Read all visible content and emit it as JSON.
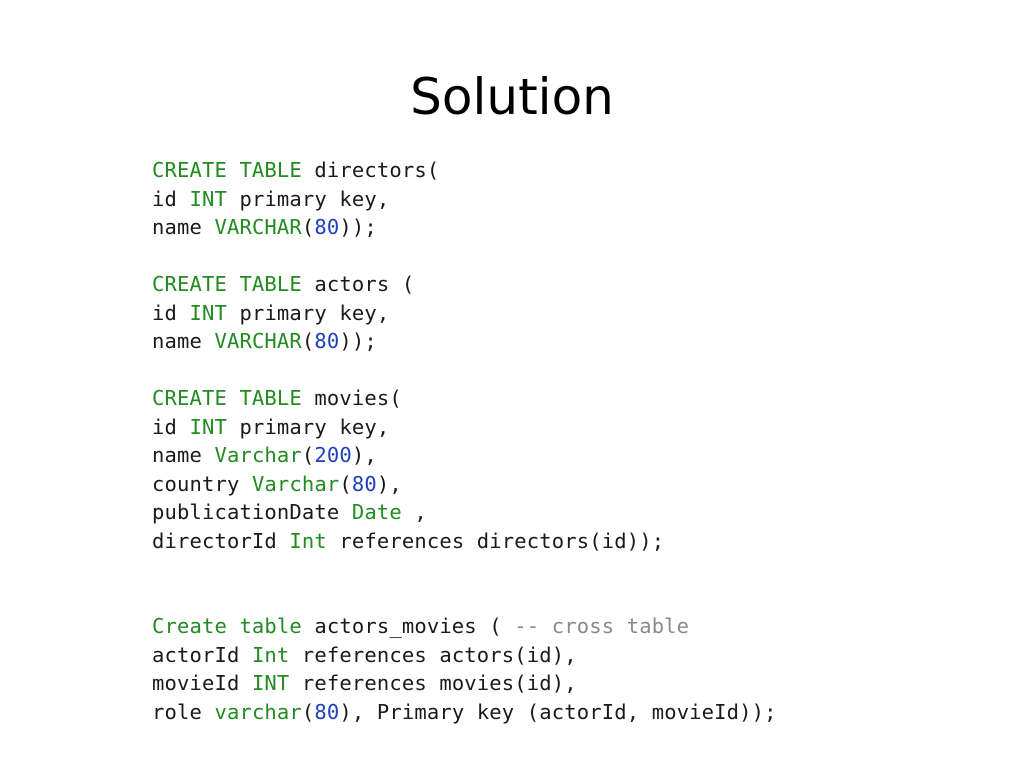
{
  "slide": {
    "title": "Solution"
  },
  "colors": {
    "keyword": "#228b22",
    "number": "#1f3fbf",
    "comment": "#8a8a8a",
    "text": "#1a1a1a"
  },
  "code_lines": [
    [
      {
        "t": "kw",
        "v": "CREATE TABLE"
      },
      {
        "t": "tx",
        "v": " directors("
      }
    ],
    [
      {
        "t": "tx",
        "v": "id "
      },
      {
        "t": "kw",
        "v": "INT"
      },
      {
        "t": "tx",
        "v": " primary key,"
      }
    ],
    [
      {
        "t": "tx",
        "v": "name "
      },
      {
        "t": "kw",
        "v": "VARCHAR"
      },
      {
        "t": "tx",
        "v": "("
      },
      {
        "t": "num",
        "v": "80"
      },
      {
        "t": "tx",
        "v": "));"
      }
    ],
    [],
    [
      {
        "t": "kw",
        "v": "CREATE TABLE"
      },
      {
        "t": "tx",
        "v": " actors ("
      }
    ],
    [
      {
        "t": "tx",
        "v": "id "
      },
      {
        "t": "kw",
        "v": "INT"
      },
      {
        "t": "tx",
        "v": " primary key,"
      }
    ],
    [
      {
        "t": "tx",
        "v": "name "
      },
      {
        "t": "kw",
        "v": "VARCHAR"
      },
      {
        "t": "tx",
        "v": "("
      },
      {
        "t": "num",
        "v": "80"
      },
      {
        "t": "tx",
        "v": "));"
      }
    ],
    [],
    [
      {
        "t": "kw",
        "v": "CREATE TABLE"
      },
      {
        "t": "tx",
        "v": " movies("
      }
    ],
    [
      {
        "t": "tx",
        "v": "id "
      },
      {
        "t": "kw",
        "v": "INT"
      },
      {
        "t": "tx",
        "v": " primary key,"
      }
    ],
    [
      {
        "t": "tx",
        "v": "name "
      },
      {
        "t": "kw",
        "v": "Varchar"
      },
      {
        "t": "tx",
        "v": "("
      },
      {
        "t": "num",
        "v": "200"
      },
      {
        "t": "tx",
        "v": "),"
      }
    ],
    [
      {
        "t": "tx",
        "v": "country "
      },
      {
        "t": "kw",
        "v": "Varchar"
      },
      {
        "t": "tx",
        "v": "("
      },
      {
        "t": "num",
        "v": "80"
      },
      {
        "t": "tx",
        "v": "),"
      }
    ],
    [
      {
        "t": "tx",
        "v": "publicationDate "
      },
      {
        "t": "kw",
        "v": "Date"
      },
      {
        "t": "tx",
        "v": " ,"
      }
    ],
    [
      {
        "t": "tx",
        "v": "directorId "
      },
      {
        "t": "kw",
        "v": "Int"
      },
      {
        "t": "tx",
        "v": " references directors(id));"
      }
    ],
    [],
    [],
    [
      {
        "t": "kw",
        "v": "Create table"
      },
      {
        "t": "tx",
        "v": " actors_movies ( "
      },
      {
        "t": "cm",
        "v": "-- cross table"
      }
    ],
    [
      {
        "t": "tx",
        "v": "actorId "
      },
      {
        "t": "kw",
        "v": "Int"
      },
      {
        "t": "tx",
        "v": " references actors(id),"
      }
    ],
    [
      {
        "t": "tx",
        "v": "movieId "
      },
      {
        "t": "kw",
        "v": "INT"
      },
      {
        "t": "tx",
        "v": " references movies(id),"
      }
    ],
    [
      {
        "t": "tx",
        "v": "role "
      },
      {
        "t": "kw",
        "v": "varchar"
      },
      {
        "t": "tx",
        "v": "("
      },
      {
        "t": "num",
        "v": "80"
      },
      {
        "t": "tx",
        "v": "), Primary key (actorId, movieId));"
      }
    ]
  ]
}
